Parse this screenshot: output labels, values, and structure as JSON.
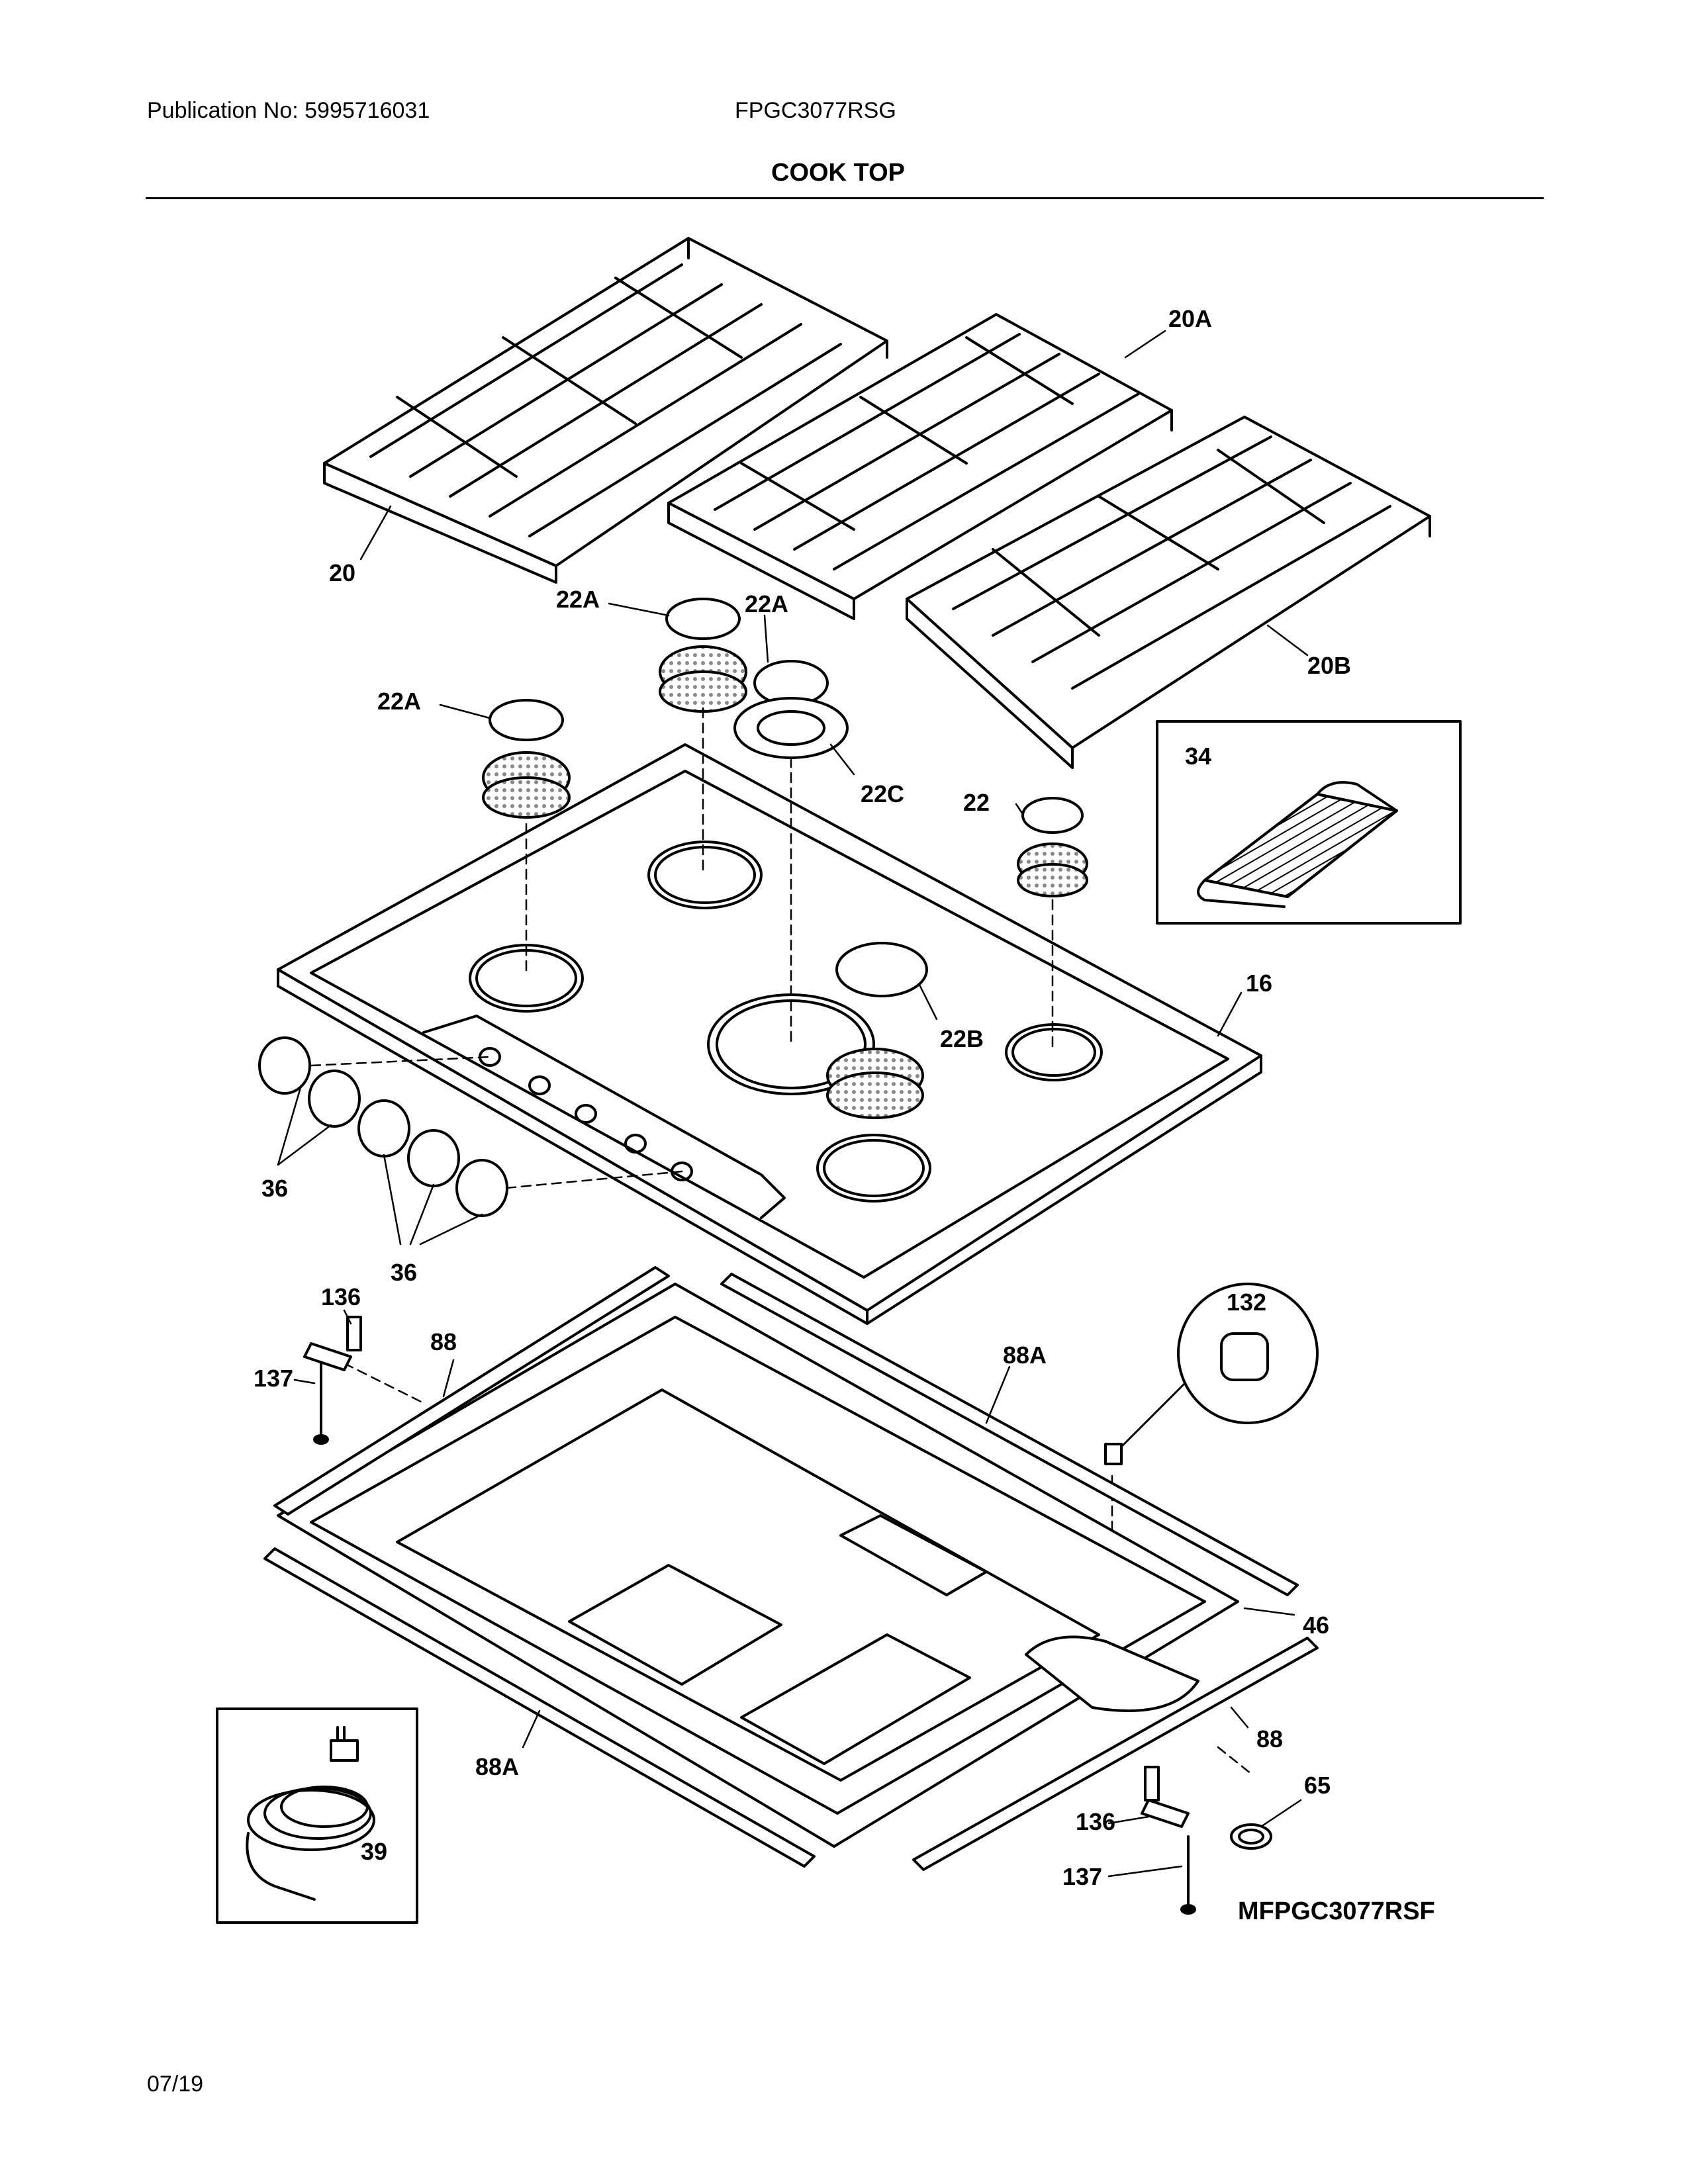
{
  "header": {
    "publication": "Publication No: 5995716031",
    "model": "FPGC3077RSG",
    "section_title": "COOK TOP"
  },
  "callouts": {
    "grate_left": "20",
    "grate_center": "20A",
    "grate_right": "20B",
    "cap_a1": "22A",
    "cap_a2": "22A",
    "cap_a3": "22A",
    "cap_small": "22",
    "cap_large": "22B",
    "burner_c": "22C",
    "griddle": "34",
    "cooktop": "16",
    "knob_group1": "36",
    "knob_group2": "36",
    "bracket_top": "136",
    "screw_top": "137",
    "strip_88_top": "88",
    "strip_88a_top": "88A",
    "clip_detail": "132",
    "burner_box": "46",
    "strip_88_bottom": "88",
    "ring": "65",
    "bracket_bottom": "136",
    "screw_bottom": "137",
    "strip_88a_bottom": "88A",
    "cord": "39"
  },
  "figure_code": "MFPGC3077RSF",
  "footer": {
    "date": "07/19"
  }
}
